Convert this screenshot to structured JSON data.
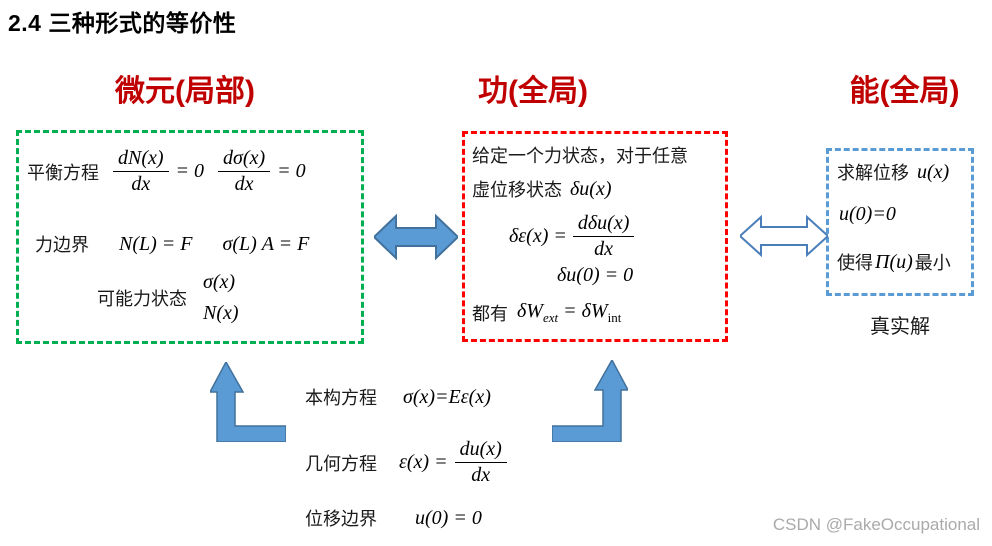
{
  "title": "2.4 三种形式的等价性",
  "headers": {
    "local": "微元(局部)",
    "work": "功(全局)",
    "energy": "能(全局)"
  },
  "local_box": {
    "balance_label": "平衡方程",
    "balance_eq1_num": "dN(x)",
    "balance_eq1_den": "dx",
    "balance_eq1_rhs": "= 0",
    "balance_eq2_num": "dσ(x)",
    "balance_eq2_den": "dx",
    "balance_eq2_rhs": "= 0",
    "force_boundary_label": "力边界",
    "force_boundary_eq1": "N(L) = F",
    "force_boundary_eq2": "σ(L) A = F",
    "possible_state_label": "可能力状态",
    "possible_state_eq1": "σ(x)",
    "possible_state_eq2": "N(x)"
  },
  "work_box": {
    "line1": "给定一个力状态，对于任意",
    "line2_label": "虚位移状态",
    "line2_eq": "δu(x)",
    "line3_lhs": "δε(x) =",
    "line3_num": "dδu(x)",
    "line3_den": "dx",
    "line4": "δu(0) = 0",
    "line5_label": "都有",
    "line5_w1": "δW",
    "line5_sub1": "ext",
    "line5_eq": "= δW",
    "line5_sub2": "int"
  },
  "energy_box": {
    "line1_label": "求解位移",
    "line1_eq": "u(x)",
    "line2": "u(0)=0",
    "line3_prefix": "使得",
    "line3_eq": "Π(u)",
    "line3_suffix": "最小",
    "caption": "真实解"
  },
  "bottom_relations": {
    "constitutive_label": "本构方程",
    "constitutive_eq": "σ(x)=Eε(x)",
    "geometric_label": "几何方程",
    "geometric_lhs": "ε(x) =",
    "geometric_num": "du(x)",
    "geometric_den": "dx",
    "displacement_label": "位移边界",
    "displacement_eq": "u(0) = 0"
  },
  "watermark": "CSDN @FakeOccupational",
  "colors": {
    "header_red": "#C00000",
    "local_box_border": "#00B050",
    "work_box_border": "#FF0000",
    "energy_box_border": "#5B9BD5",
    "arrow_fill": "#5B9BD5",
    "arrow_stroke": "#41719C",
    "watermark_gray": "#aaaaaa"
  }
}
